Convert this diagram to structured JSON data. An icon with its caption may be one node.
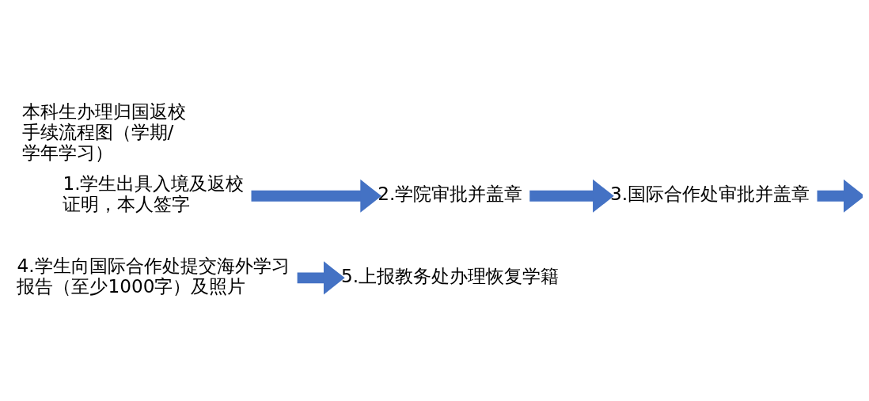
{
  "diagram": {
    "title": "本科生办理归国返校手续流程图（学期/学年学习）",
    "nodes": [
      {
        "text": [
          "1.学生出具入境及返校证明，本人签字"
        ]
      },
      {
        "text": [
          "2.学院审批并盖章"
        ]
      },
      {
        "text": [
          "3.国际合作处审批并盖章"
        ]
      },
      {
        "text": [
          "4.学生向国际合作处提交海外学习报告（至少1000字）及照片"
        ]
      },
      {
        "text": [
          "5.上报教务处办理恢复学籍"
        ]
      }
    ],
    "edges": [
      {
        "from": 0,
        "to": 1,
        "arrow": "to",
        "color": "#4472c4"
      },
      {
        "from": 1,
        "to": 2,
        "arrow": "to",
        "color": "#4472c4"
      },
      {
        "from": 2,
        "to": null,
        "arrow": "to",
        "color": "#4472c4"
      },
      {
        "from": 3,
        "to": 4,
        "arrow": "to",
        "color": "#4472c4"
      }
    ]
  }
}
